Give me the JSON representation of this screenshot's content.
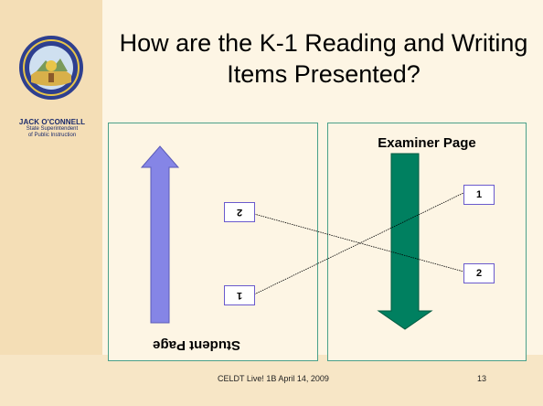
{
  "slide": {
    "title": "How are the K-1 Reading and Writing Items Presented?",
    "author_name": "JACK O'CONNELL",
    "author_role_line1": "State Superintendent",
    "author_role_line2": "of Public Instruction",
    "student_page_label": "Student Page",
    "examiner_page_label": "Examiner Page",
    "student_items": [
      {
        "label": "2"
      },
      {
        "label": "1"
      }
    ],
    "examiner_items": [
      {
        "label": "1"
      },
      {
        "label": "2"
      }
    ],
    "footer": "CELDT Live! 1B April 14, 2009",
    "page_number": "13"
  },
  "colors": {
    "student_arrow": "#8585e6",
    "examiner_arrow": "#008060",
    "box_border": "#4aa08a"
  }
}
